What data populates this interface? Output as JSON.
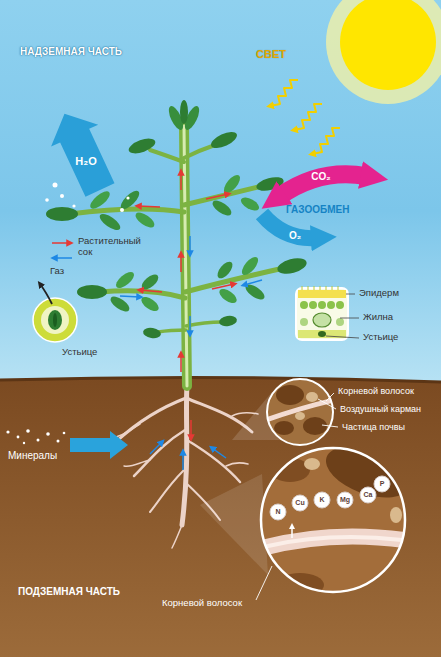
{
  "diagram": {
    "nodes": [
      {
        "text": [
          "N"
        ]
      },
      {
        "text": [
          "Cu"
        ]
      },
      {
        "text": [
          "K"
        ]
      },
      {
        "text": [
          "Mg"
        ]
      },
      {
        "text": [
          "Ca"
        ]
      },
      {
        "text": [
          "P"
        ]
      }
    ],
    "labels": [
      "НАДЗЕМНАЯ ЧАСТЬ",
      "СВЕТ",
      "H₂O",
      "CO₂",
      "ГАЗООБМЕН",
      "O₂",
      "Эпидерм",
      "Устьице",
      "Жилна",
      "Устьице",
      "Корневой волосок",
      "Воздушный карман",
      "Минералы",
      "Частица почвы",
      "ПОДЗЕМНАЯ ЧАСТЬ",
      "Корневой волосок"
    ],
    "legend": [
      {
        "text": "Растительный сок"
      },
      {
        "text": "Газ"
      }
    ]
  }
}
